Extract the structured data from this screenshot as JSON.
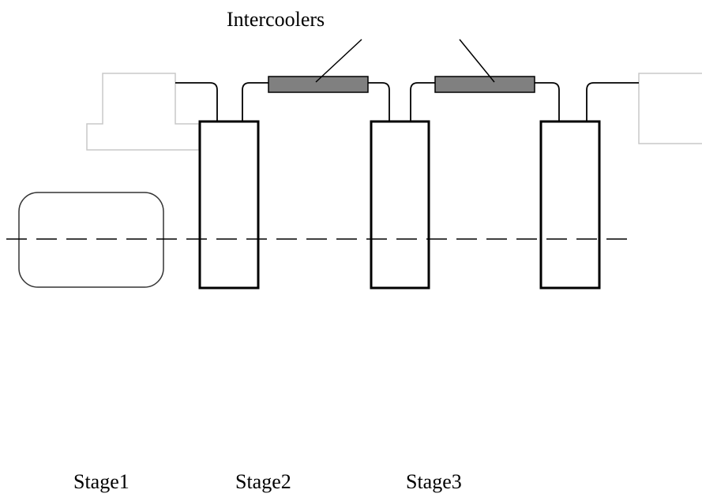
{
  "diagram": {
    "intercooler_label": "Intercoolers",
    "stage_labels": [
      "Stage1",
      "Stage2",
      "Stage3"
    ],
    "colors": {
      "line": "#000000",
      "intercooler_fill": "#808080",
      "box_outline": "#cccccc",
      "motor_outline": "#333333"
    }
  }
}
